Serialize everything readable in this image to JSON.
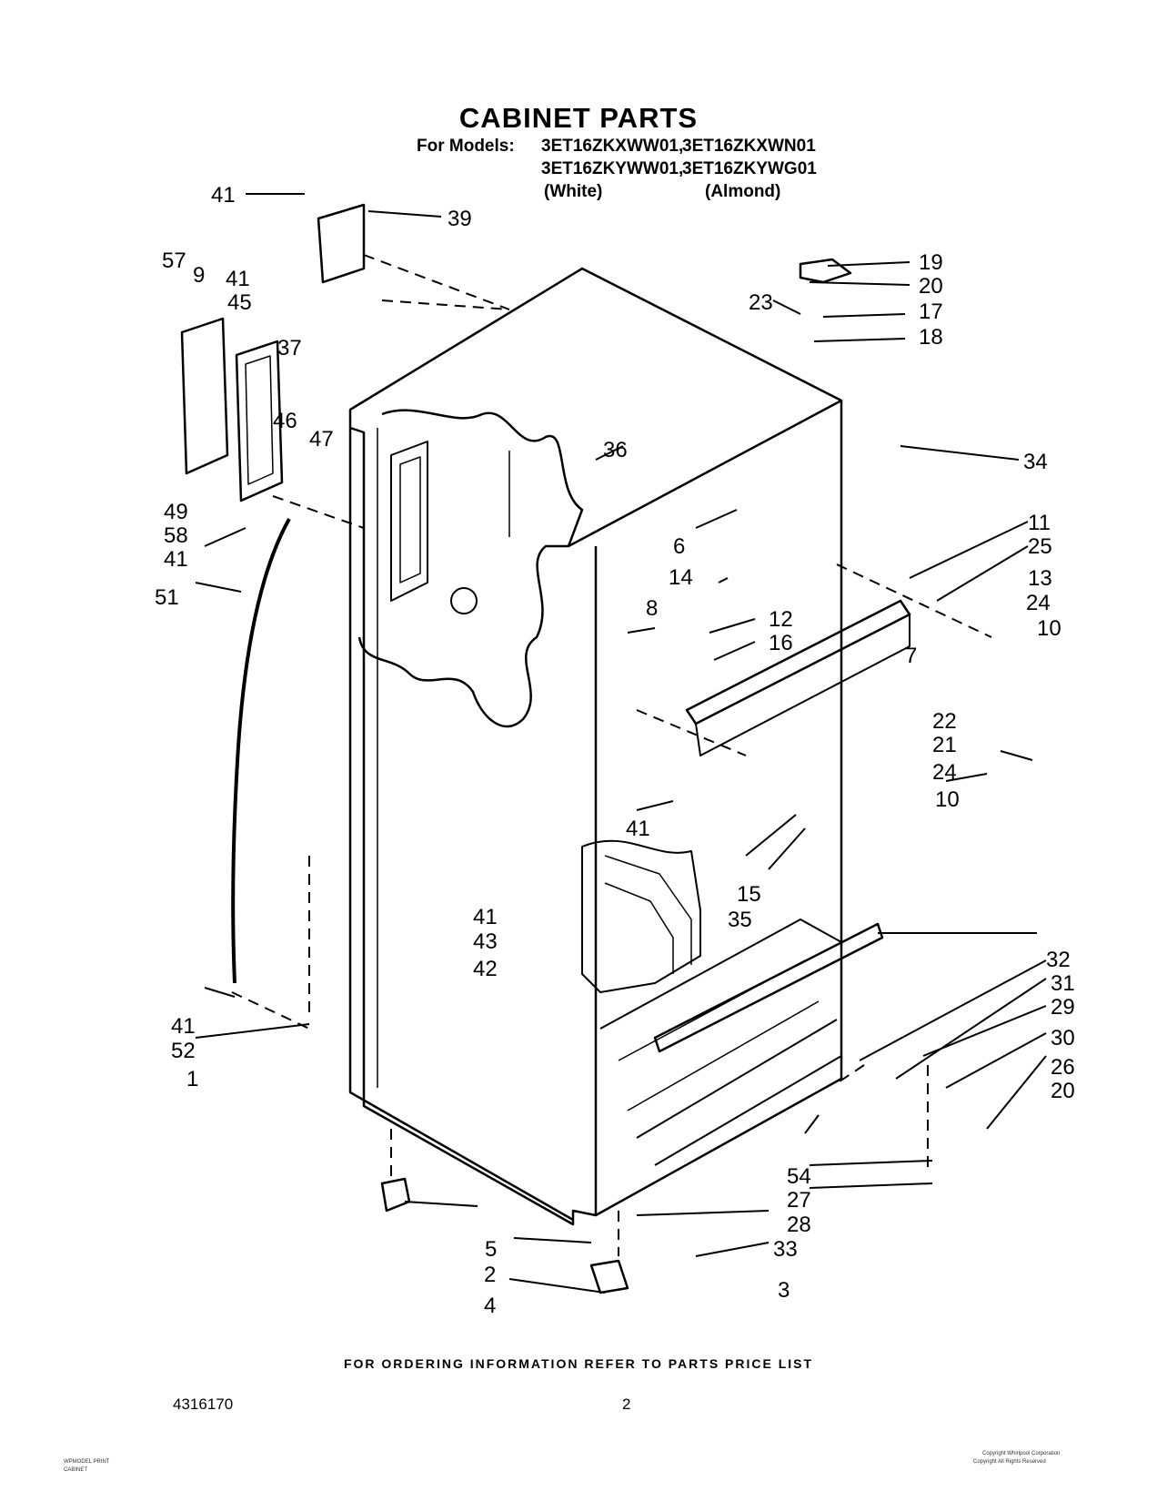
{
  "header": {
    "title": "CABINET PARTS",
    "models_label": "For Models:",
    "models": [
      "3ET16ZKXWW01,",
      "3ET16ZKXWN01",
      "3ET16ZKYWW01,",
      "3ET16ZKYWG01"
    ],
    "colors": [
      "(White)",
      "(Almond)"
    ]
  },
  "footer": {
    "ordering_note": "FOR ORDERING INFORMATION REFER TO PARTS PRICE LIST",
    "document_number": "4316170",
    "page_number": "2",
    "small_left": [
      "WPMODEL PRINT",
      "CABINET"
    ],
    "small_right": [
      "Copyright Whirlpool Corporation",
      "Copyright All Rights Reserved"
    ]
  },
  "callouts": {
    "c1": "1",
    "c2": "2",
    "c3": "3",
    "c4": "4",
    "c5": "5",
    "c6": "6",
    "c7": "7",
    "c8": "8",
    "c9": "9",
    "c10a": "10",
    "c10b": "10",
    "c11": "11",
    "c12": "12",
    "c13": "13",
    "c14": "14",
    "c15": "15",
    "c16": "16",
    "c17": "17",
    "c18": "18",
    "c19": "19",
    "c20a": "20",
    "c20b": "20",
    "c21": "21",
    "c22": "22",
    "c23": "23",
    "c24a": "24",
    "c24b": "24",
    "c25": "25",
    "c26": "26",
    "c27": "27",
    "c28": "28",
    "c29": "29",
    "c30": "30",
    "c31": "31",
    "c32": "32",
    "c33": "33",
    "c34": "34",
    "c35": "35",
    "c36": "36",
    "c37": "37",
    "c39": "39",
    "c41a": "41",
    "c41b": "41",
    "c41c": "41",
    "c41d": "41",
    "c41e": "41",
    "c41f": "41",
    "c42": "42",
    "c43": "43",
    "c45": "45",
    "c46": "46",
    "c47": "47",
    "c49": "49",
    "c51": "51",
    "c52": "52",
    "c54": "54",
    "c57": "57",
    "c58": "58"
  }
}
